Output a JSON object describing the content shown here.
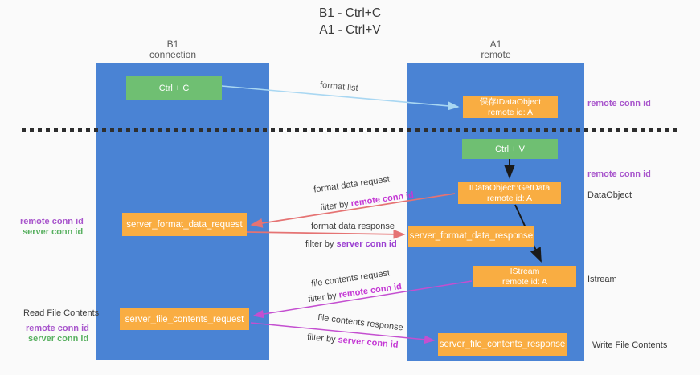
{
  "title": {
    "line1": "B1 - Ctrl+C",
    "line2": "A1 - Ctrl+V"
  },
  "lifelines": {
    "left": {
      "name": "B1",
      "role": "connection"
    },
    "right": {
      "name": "A1",
      "role": "remote"
    }
  },
  "nodes": {
    "ctrl_c": {
      "label": "Ctrl + C"
    },
    "save_dataobject": {
      "line1": "保存IDataObject",
      "line2": "remote id: A"
    },
    "ctrl_v": {
      "label": "Ctrl + V"
    },
    "getdata": {
      "line1": "IDataObject::GetData",
      "line2": "remote id: A"
    },
    "format_request": {
      "label": "server_format_data_request"
    },
    "format_response": {
      "label": "server_format_data_response"
    },
    "istream": {
      "line1": "IStream",
      "line2": "remote id: A"
    },
    "file_request": {
      "label": "server_file_contents_request"
    },
    "file_response": {
      "label": "server_file_contents_response"
    }
  },
  "edge_labels": {
    "format_list": "format list",
    "format_data_request": "format data request",
    "format_data_response": "format data response",
    "file_contents_request": "file contents request",
    "file_contents_response": "file contents response",
    "filter_by": "filter by ",
    "remote_conn_id": "remote conn id",
    "server_conn_id": "server conn id"
  },
  "annotations": {
    "right_remote_conn_1": "remote conn id",
    "right_remote_conn_2": "remote conn id",
    "dataobject": "DataObject",
    "istream": "Istream",
    "write_file_contents": "Write File Contents",
    "left_remote_conn_1": "remote conn id",
    "left_server_conn_1": "server conn id",
    "read_file_contents": "Read File Contents",
    "left_remote_conn_2": "remote conn id",
    "left_server_conn_2": "server conn id"
  },
  "colors": {
    "lifeline_blue": "#4a83d4",
    "node_orange": "#f9ad42",
    "node_green": "#6fbf72",
    "arrow_blue": "#a9d7f2",
    "arrow_red": "#e57373",
    "arrow_magenta": "#c44fd0",
    "arrow_black": "#1a1a1a",
    "conn_id_purple": "#a855cc",
    "conn_id_green": "#58b060",
    "filter_magenta": "#c438d4",
    "filter_purple": "#9b3fd1",
    "background": "#fafafa"
  }
}
